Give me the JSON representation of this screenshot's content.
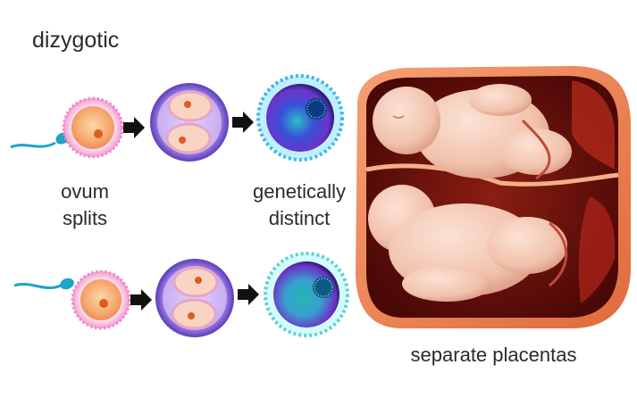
{
  "title": "dizygotic",
  "labels": {
    "ovum_line1": "ovum",
    "ovum_line2": "splits",
    "genetic_line1": "genetically",
    "genetic_line2": "distinct",
    "placentas": "separate placentas"
  },
  "colors": {
    "sperm_tail": "#1fa3c9",
    "ovum_fill": "#f7b27a",
    "ovum_rim": "#f5a3d4",
    "cell_lilac": "#b58be0",
    "blastocyst_blue": "#2c3fd1",
    "blastocyst_ring": "#5fd2e8",
    "uterus_wall": "#e88050",
    "uterus_inner": "#5a0d08",
    "fetus_skin": "#f3c8b4",
    "arrow": "#111111"
  },
  "icons": [
    "sperm-icon",
    "ovum-icon",
    "arrow-right-icon",
    "dividing-cell-icon",
    "blastocyst-icon",
    "uterus-twins-illustration"
  ]
}
